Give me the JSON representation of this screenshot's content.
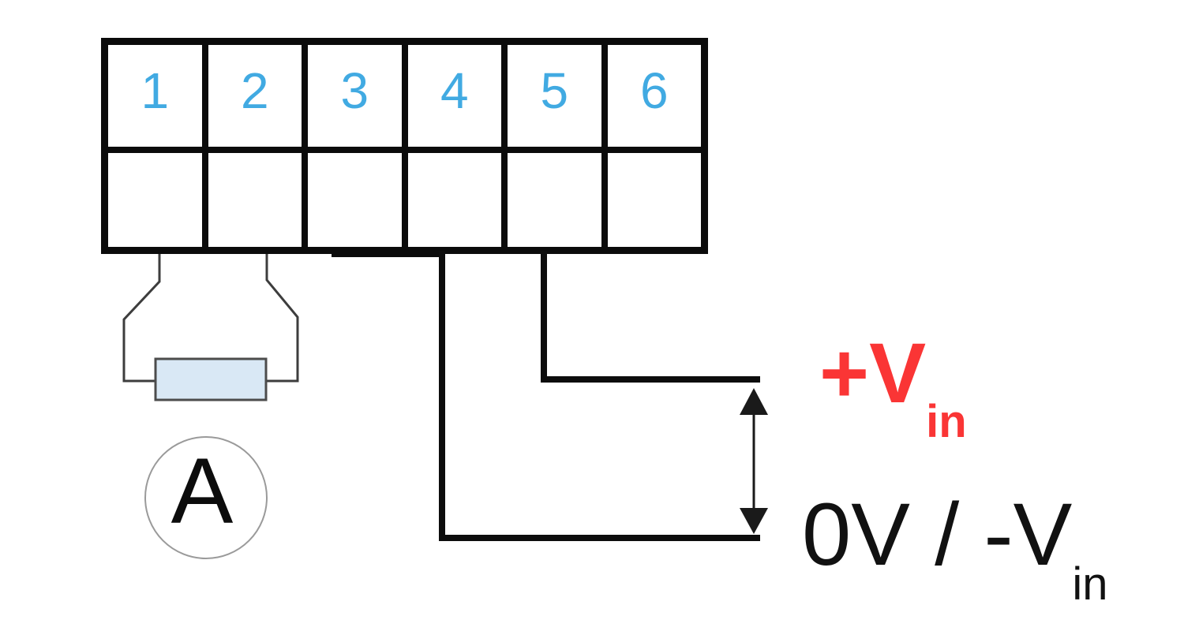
{
  "diagram_type": "terminal-block-wiring-diagram",
  "terminal_block": {
    "rows": 2,
    "columns": 6,
    "terminals": [
      {
        "number": "1"
      },
      {
        "number": "2"
      },
      {
        "number": "3"
      },
      {
        "number": "4"
      },
      {
        "number": "5"
      },
      {
        "number": "6"
      }
    ],
    "number_color": "#41AAE2",
    "border_color": "#0B0B0B"
  },
  "shunt": {
    "symbol": "shunt-resistor",
    "fill_color": "#D9E8F5",
    "border_color": "#4C4C4C",
    "connected_terminals": [
      "1",
      "2"
    ]
  },
  "ammeter": {
    "symbol": "ammeter-circle",
    "label": "A"
  },
  "labels": {
    "vin_positive": {
      "main": "+V",
      "sub": "in",
      "color": "#FA3535",
      "connected_terminal": "5"
    },
    "vin_negative": {
      "main": "0V / -V",
      "sub": "in",
      "color": "#111111",
      "connected_terminal": "4"
    }
  },
  "symbols": {
    "arrow": "double-headed-vertical-arrow",
    "arrow_color": "#1A1A1A",
    "wire_color": "#0D0D0D",
    "shunt_wire_color": "#3D3D3D"
  }
}
